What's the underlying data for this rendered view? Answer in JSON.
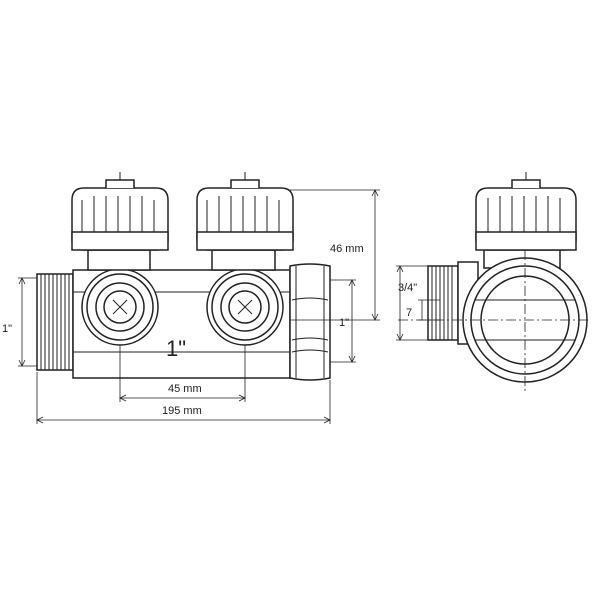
{
  "drawing": {
    "left_view": {
      "body_label": "1\"",
      "left_port_label": "1\"",
      "right_port_label": "1\"",
      "spacing_label": "45 mm",
      "total_length_label": "195 mm",
      "height_label": "46 mm"
    },
    "right_view": {
      "outlet_label": "3/4\"",
      "offset_label": "7"
    }
  }
}
